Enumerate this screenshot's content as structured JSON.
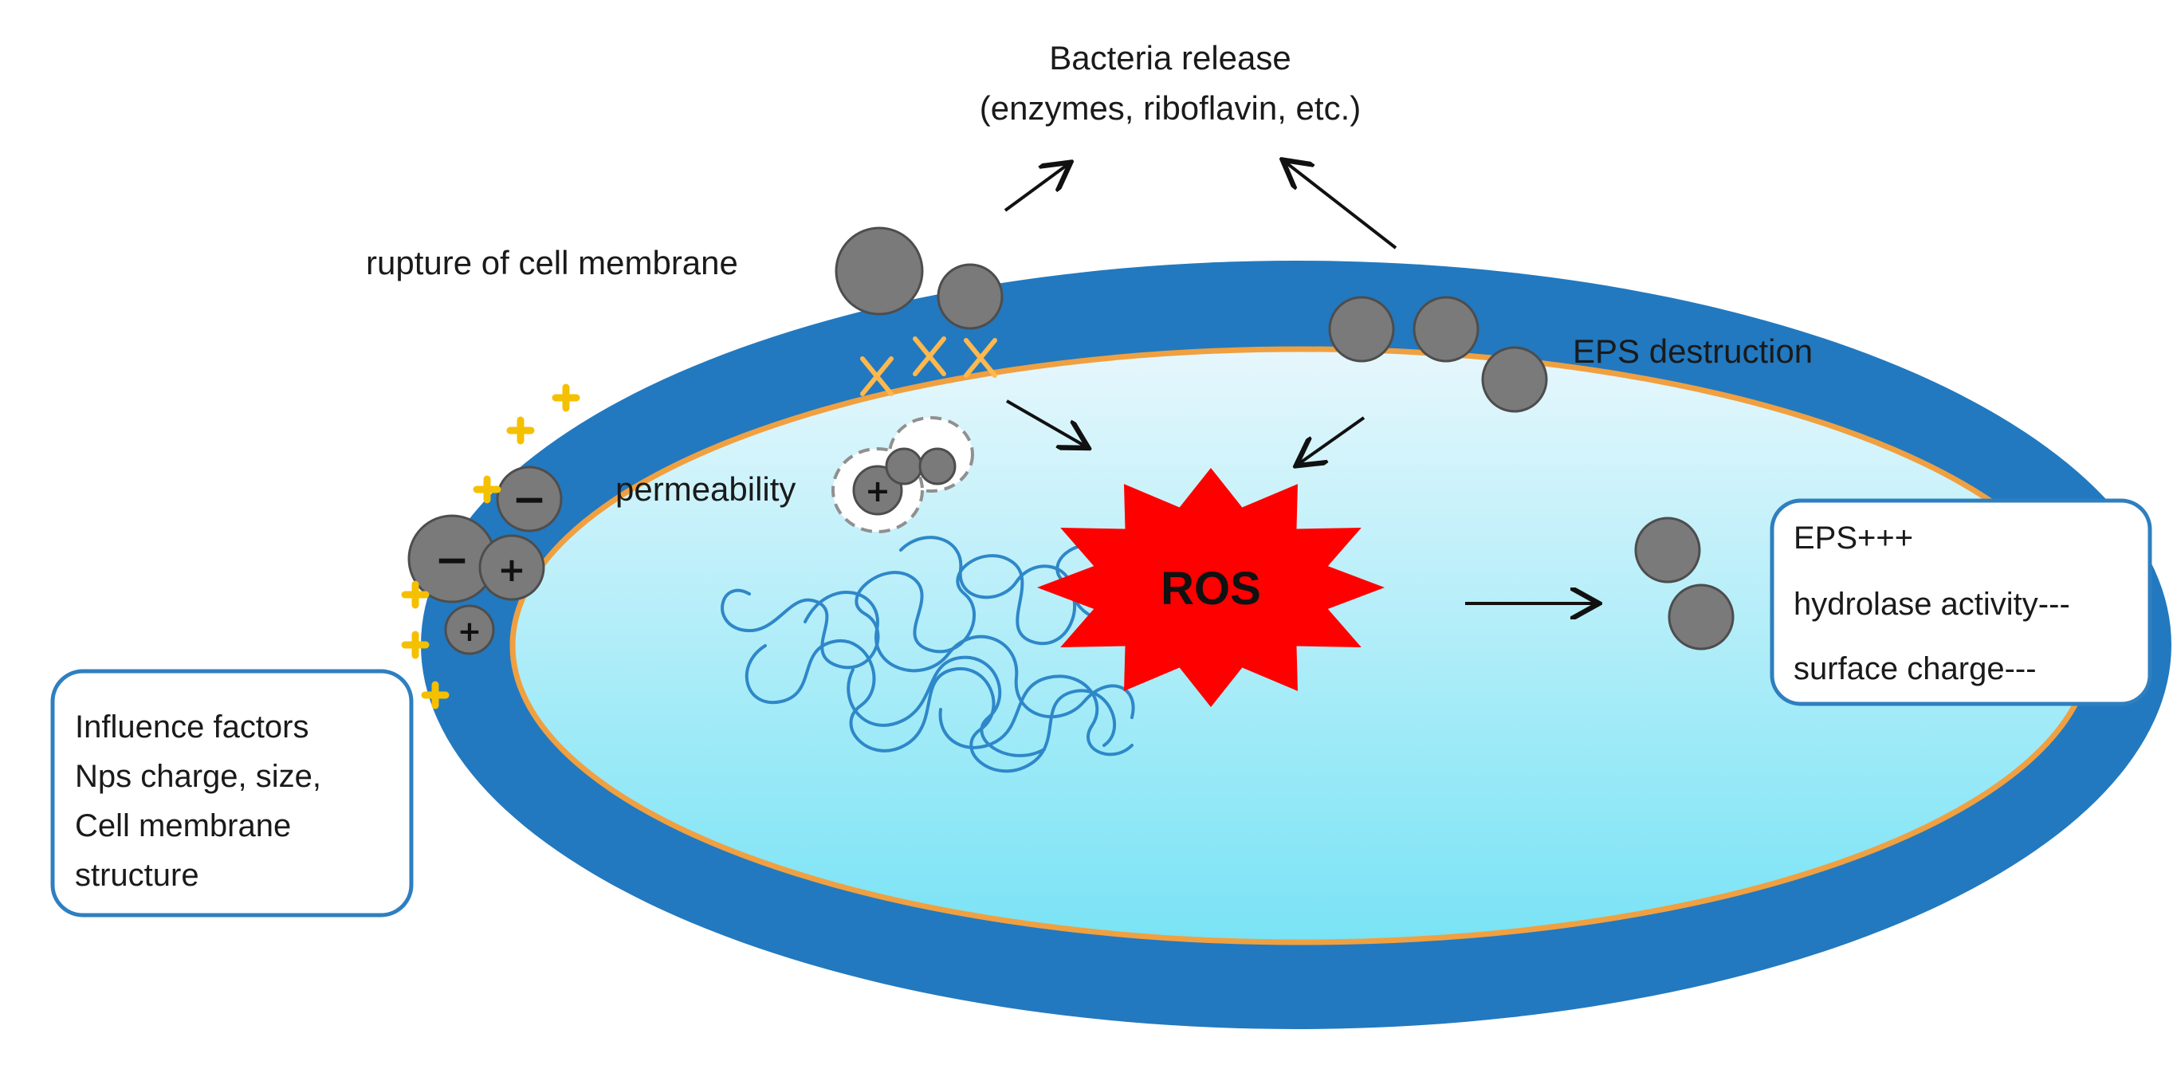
{
  "labels": {
    "bacteria_release_line1": "Bacteria release",
    "bacteria_release_line2": "(enzymes, riboflavin, etc.)",
    "rupture": "rupture of cell membrane",
    "eps_destruction": "EPS destruction",
    "permeability": "permeability",
    "ros": "ROS"
  },
  "influence_box": {
    "lines": [
      "Influence  factors",
      "Nps charge, size,",
      "Cell membrane",
      "structure"
    ]
  },
  "effects_box": {
    "lines": [
      "EPS+++",
      "hydrolase activity---",
      "surface charge---"
    ]
  },
  "signs": {
    "minus": "−",
    "plus": "+"
  },
  "colors": {
    "outer_wall": "#2279bf",
    "membrane_line": "#f0a040",
    "cytoplasm_top": "#e6f7fc",
    "cytoplasm_bottom": "#79e3f5",
    "nanoparticle": "#7a7a7a",
    "nanoparticle_stroke": "#4d4d4d",
    "ros_burst": "#ff0000",
    "dna": "#2e87c8",
    "cross_mark": "#ffb84d",
    "charge_star": "#f5c000",
    "box_border": "#2e7fc0",
    "arrow": "#111111"
  }
}
